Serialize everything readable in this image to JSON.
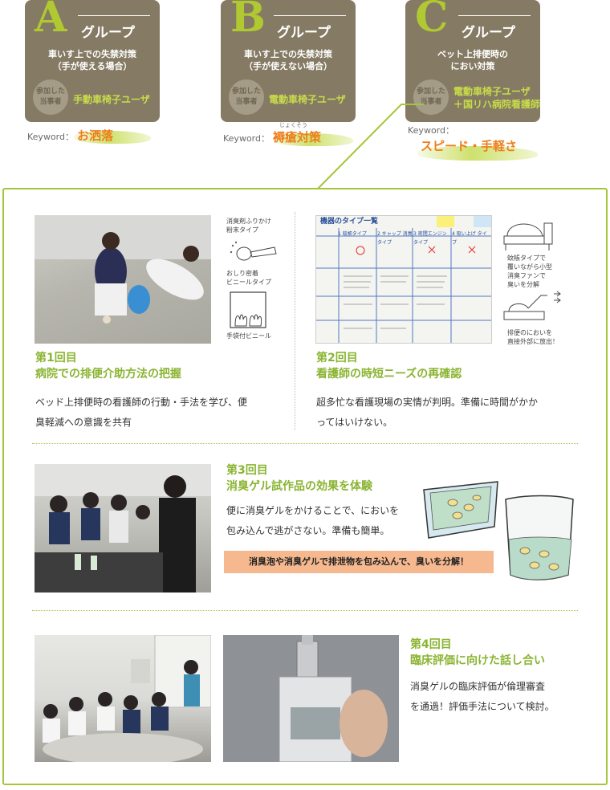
{
  "groups": [
    {
      "letter": "A",
      "word": "グループ",
      "desc_line1": "車いす上での失禁対策",
      "desc_line2": "（手が使える場合）",
      "badge_line1": "参加した",
      "badge_line2": "当事者",
      "users_line1": "手動車椅子ユーザ",
      "users_line2": "",
      "keyword_label": "Keyword：",
      "keyword": "お洒落",
      "ruby": ""
    },
    {
      "letter": "B",
      "word": "グループ",
      "desc_line1": "車いす上での失禁対策",
      "desc_line2": "（手が使えない場合）",
      "badge_line1": "参加した",
      "badge_line2": "当事者",
      "users_line1": "電動車椅子ユーザ",
      "users_line2": "",
      "keyword_label": "Keyword：",
      "keyword": "褥瘡対策",
      "ruby": "じょくそう"
    },
    {
      "letter": "C",
      "word": "グループ",
      "desc_line1": "ベット上排便時の",
      "desc_line2": "におい対策",
      "badge_line1": "参加した",
      "badge_line2": "当事者",
      "users_line1": "電動車椅子ユーザ",
      "users_line2": "＋国リハ病院看護師",
      "keyword_label": "Keyword：",
      "keyword": "スピード・手軽さ",
      "ruby": ""
    }
  ],
  "session1": {
    "title_line1": "第1回目",
    "title_line2": "病院での排便介助方法の把握",
    "desc_line1": "ベッド上排便時の看護師の行動・手法を学び、便",
    "desc_line2": "臭軽減への意識を共有",
    "note1_line1": "消臭剤ふりかけ",
    "note1_line2": "粉末タイプ",
    "note2_line1": "おしり密着",
    "note2_line2": "ビニールタイプ",
    "note3": "手袋付ビニール"
  },
  "session2": {
    "title_line1": "第2回目",
    "title_line2": "看護師の時短ニーズの再確認",
    "desc_line1": "超多忙な看護現場の実情が判明。準備に時間がかか",
    "desc_line2": "ってはいけない。",
    "note1_line1": "蚊帳タイプで",
    "note1_line2": "覆いながら小型",
    "note1_line3": "消臭ファンで",
    "note1_line4": "臭いを分解",
    "note2_line1": "排便のにおいを",
    "note2_line2": "直接外部に放出！",
    "board_title": "機器のタイプ一覧",
    "board_cols": [
      "1 蚊帳タイプ",
      "2 キャップ 消臭タイプ",
      "3 密閉エンジン タイプ",
      "4 吸い上げ タイプ"
    ]
  },
  "session3": {
    "title_line1": "第3回目",
    "title_line2": "消臭ゲル試作品の効果を体験",
    "desc_line1": "便に消臭ゲルをかけることで、においを",
    "desc_line2": "包み込んで逃がさない。準備も簡単。",
    "banner": "消臭泡や消臭ゲルで排泄物を包み込んで、臭いを分解！"
  },
  "session4": {
    "title_line1": "第4回目",
    "title_line2": "臨床評価に向けた話し合い",
    "desc_line1": "消臭ゲルの臨床評価が倫理審査",
    "desc_line2": "を通過！評価手法について検討。"
  },
  "colors": {
    "card": "#857a63",
    "accent_green": "#8ab431",
    "letter_green": "#b0c832",
    "keyword_orange": "#ee7d1a",
    "banner_orange": "#f6b88e"
  }
}
